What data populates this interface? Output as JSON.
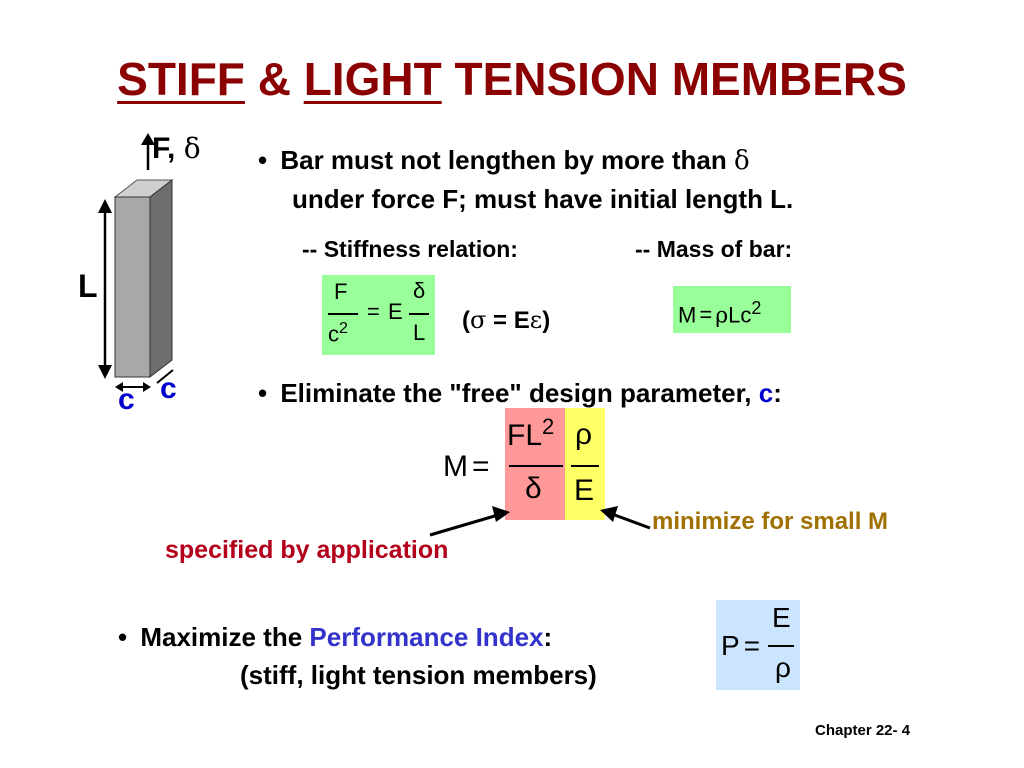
{
  "title": {
    "part1": "STIFF",
    "amp": "&",
    "part2": "LIGHT",
    "rest": "TENSION MEMBERS"
  },
  "figure": {
    "force_label": "F,",
    "delta_symbol": "δ",
    "length_label": "L",
    "width_label_1": "c",
    "width_label_2": "c"
  },
  "bullet1": {
    "line1": "Bar must not lengthen by more than",
    "delta": "δ",
    "line2": "under force F; must have initial length L."
  },
  "stiffness": {
    "label": "-- Stiffness relation:",
    "num_left": "F",
    "den_left": "c",
    "den_left_exp": "2",
    "eq": "=",
    "E": "E",
    "num_right": "δ",
    "den_right": "L",
    "relation_open": "(",
    "sigma": "σ",
    "relation_mid": " = E",
    "epsilon": "ε",
    "relation_close": ")"
  },
  "mass": {
    "label": "-- Mass of bar:",
    "M": "M",
    "eq": "=",
    "rho": "ρ",
    "Lc": "Lc",
    "exp": "2"
  },
  "bullet2": {
    "text": "Eliminate the \"free\" design parameter,",
    "param": "c",
    "colon": ":"
  },
  "mass_eq": {
    "M": "M",
    "eq": "=",
    "FL": "FL",
    "exp": "2",
    "delta": "δ",
    "rho": "ρ",
    "E": "E"
  },
  "annotations": {
    "minimize": "minimize for small M",
    "specified": "specified by application"
  },
  "bullet3": {
    "prefix": "Maximize the",
    "highlight": "Performance Index",
    "colon": ":",
    "sub": "(stiff, light tension members)"
  },
  "perf_index": {
    "P": "P",
    "eq": "=",
    "E": "E",
    "rho": "ρ"
  },
  "footer": {
    "chapter": "Chapter 22- 4"
  },
  "colors": {
    "title": "#8b0000",
    "green_box": "#99ff99",
    "pink_box": "#ff9999",
    "yellow_box": "#ffff66",
    "blue_box": "#cce5ff",
    "performance": "#3333cc",
    "specified": "#b3001b",
    "minimize": "#a07000"
  }
}
